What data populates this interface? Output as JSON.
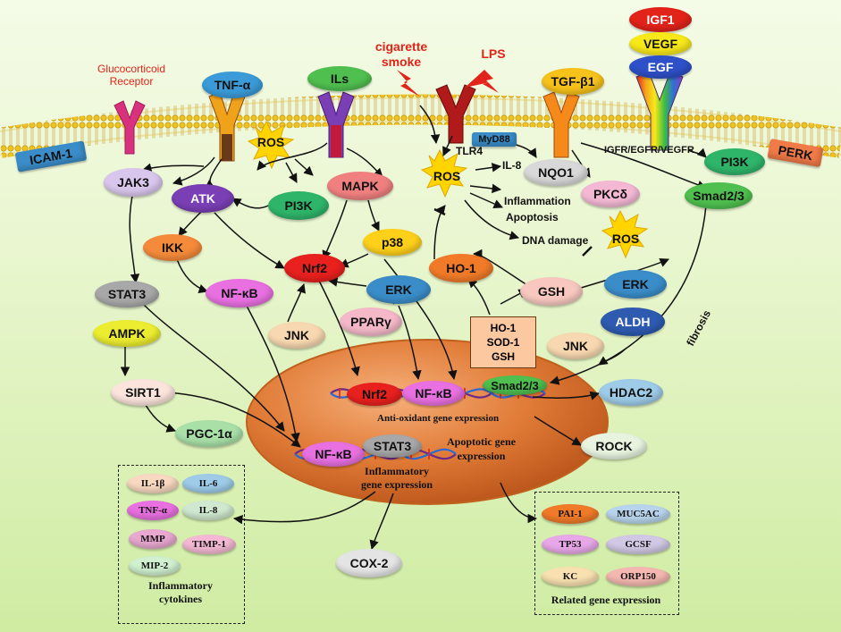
{
  "receptors": {
    "glucocorticoid": "Glucocorticoid\nReceptor",
    "tnf": "TNF-α",
    "ils": "ILs",
    "cigarette": "cigarette\nsmoke",
    "lps": "LPS",
    "tlr4": "TLR4",
    "myd88": "MyD88",
    "tgf": "TGF-β1",
    "igf1": "IGF1",
    "vegf": "VEGF",
    "egf": "EGF",
    "igfr": "IGFR/EGFR/VEGFR"
  },
  "membrane_nodes": {
    "icam": "ICAM-1",
    "perk": "PERK"
  },
  "cytoplasm": {
    "jak3": "JAK3",
    "ros1": "ROS",
    "atk": "ATK",
    "pi3k1": "PI3K",
    "mapk": "MAPK",
    "ikk": "IKK",
    "nrf2": "Nrf2",
    "p38": "p38",
    "nfkb1": "NF-κB",
    "stat3": "STAT3",
    "erk1": "ERK",
    "jnk1": "JNK",
    "ppar": "PPARγ",
    "ampk": "AMPK",
    "sirt1": "SIRT1",
    "pgc": "PGC-1α",
    "ros2": "ROS",
    "il8": "IL-8",
    "nqo1": "NQO1",
    "inflammation": "Inflammation",
    "apoptosis": "Apoptosis",
    "dna": "DNA damage",
    "pkcd": "PKCδ",
    "ho1": "HO-1",
    "ros3": "ROS",
    "gsh": "GSH",
    "erk2": "ERK",
    "aldh": "ALDH",
    "jnk2": "JNK",
    "pi3k2": "PI3K",
    "smad1": "Smad2/3",
    "fibrosis": "fibrosis",
    "hobox": [
      "HO-1",
      "SOD-1",
      "GSH"
    ],
    "hdac2": "HDAC2",
    "rock": "ROCK",
    "cox2": "COX-2"
  },
  "nucleus": {
    "nrf2": "Nrf2",
    "nfkb": "NF-κB",
    "smad": "Smad2/3",
    "antiox": "Anti-oxidant gene expression",
    "apoptotic": "Apoptotic gene\nexpression",
    "nfkb2": "NF-κB",
    "stat3": "STAT3",
    "inflam": "Inflammatory\ngene expression"
  },
  "cytokines": {
    "items": [
      "IL-1β",
      "IL-6",
      "TNF-α",
      "IL-8",
      "MMP",
      "TIMP-1",
      "MIP-2"
    ],
    "caption": "Inflammatory\ncytokines"
  },
  "related": {
    "items": [
      "PAI-1",
      "MUC5AC",
      "TP53",
      "GCSF",
      "KC",
      "ORP150"
    ],
    "caption": "Related gene expression"
  },
  "colors": {
    "ros": "#ffd400",
    "erk": "#3a8dc9",
    "nrf2": "#e8201e",
    "pink": "#e870e0",
    "purple": "#7b3fb5",
    "orange": "#f07a28",
    "green": "#3fbf3f",
    "nucleus": "#d96a24"
  }
}
